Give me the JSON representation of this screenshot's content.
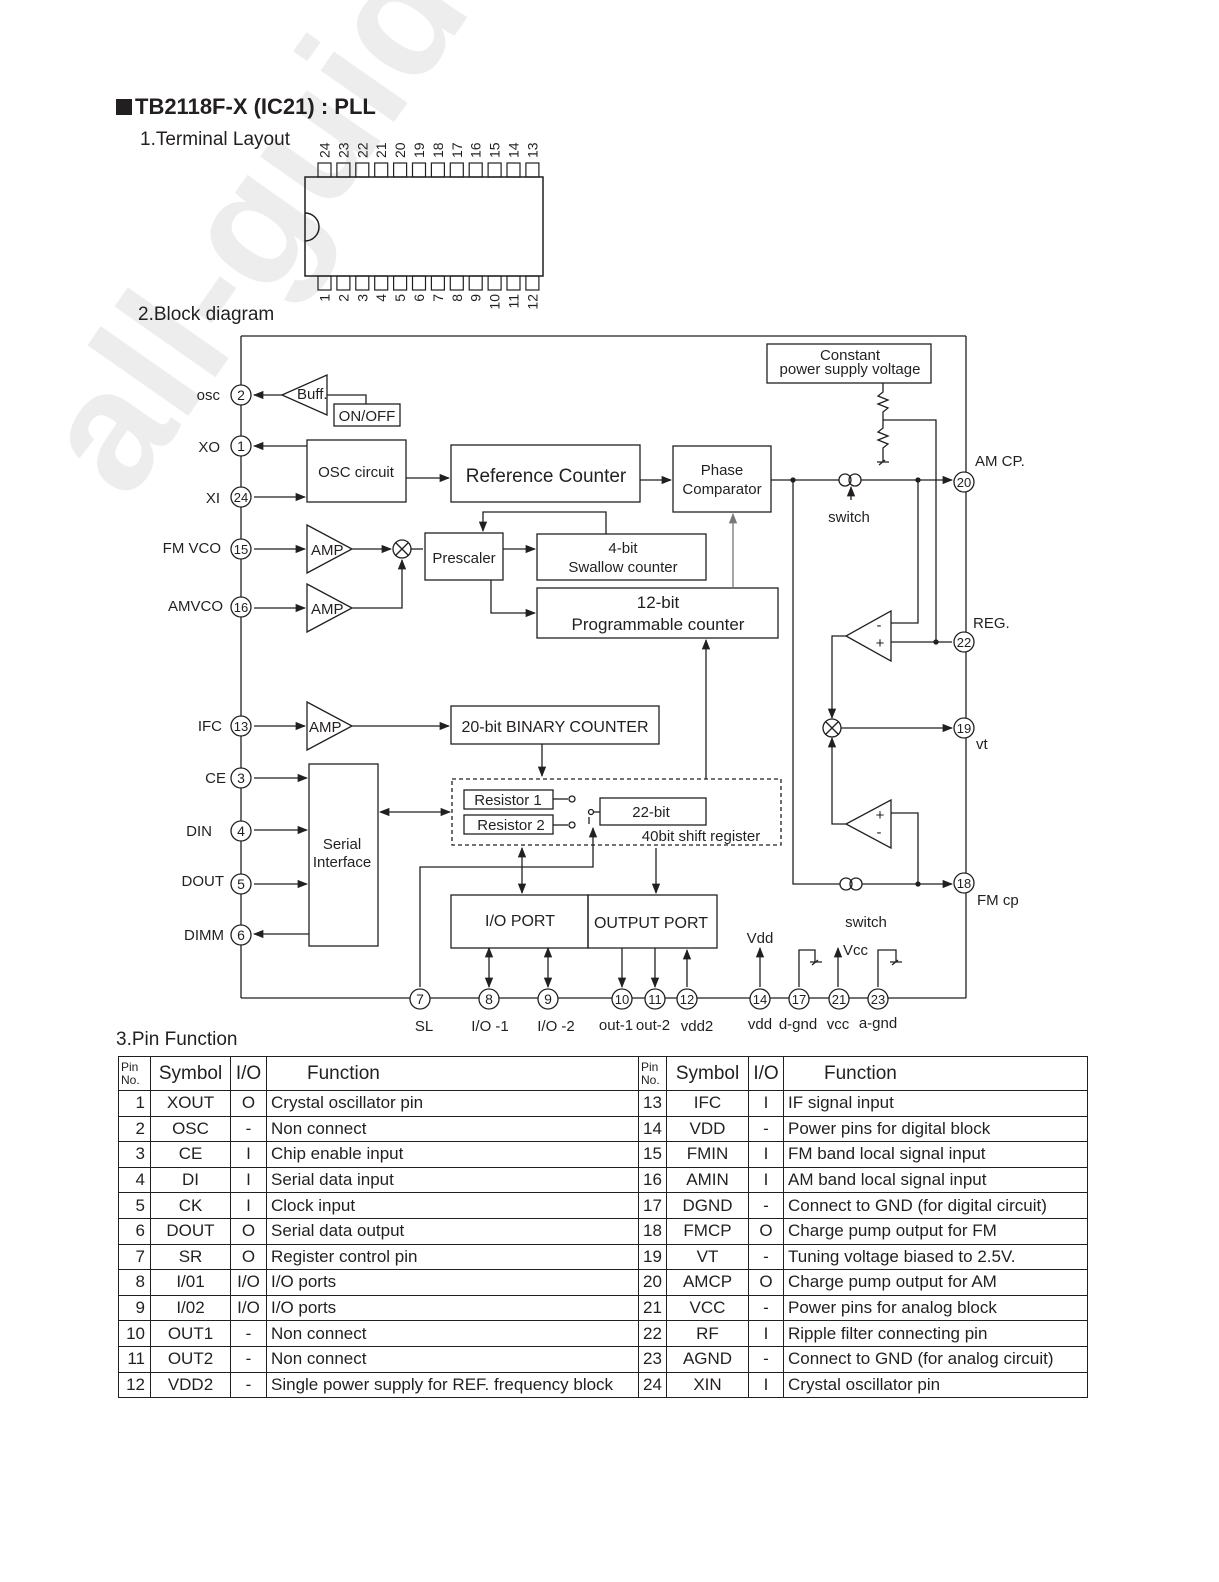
{
  "title": "TB2118F-X (IC21) : PLL",
  "sections": {
    "terminal_layout": "1.Terminal Layout",
    "block_diagram": "2.Block diagram",
    "pin_function": "3.Pin Function"
  },
  "package": {
    "top_pins": [
      "24",
      "23",
      "22",
      "21",
      "20",
      "19",
      "18",
      "17",
      "16",
      "15",
      "14",
      "13"
    ],
    "bottom_pins": [
      "1",
      "2",
      "3",
      "4",
      "5",
      "6",
      "7",
      "8",
      "9",
      "10",
      "11",
      "12"
    ]
  },
  "diagram": {
    "pin_labels": {
      "osc": "osc",
      "xo": "XO",
      "xi": "XI",
      "fmvco": "FM VCO",
      "amvco": "AMVCO",
      "ifc": "IFC",
      "ce": "CE",
      "din": "DIN",
      "dout": "DOUT",
      "dimm": "DIMM",
      "amcp": "AM CP.",
      "reg": "REG.",
      "vt": "vt",
      "fmcp": "FM cp",
      "sl": "SL",
      "io1": "I/O -1",
      "io2": "I/O -2",
      "out1": "out-1",
      "out2": "out-2",
      "vdd2": "vdd2",
      "vdd": "vdd",
      "dgnd": "d-gnd",
      "vcc": "vcc",
      "agnd": "a-gnd"
    },
    "pin_numbers": {
      "p2": "2",
      "p1": "1",
      "p24": "24",
      "p15": "15",
      "p16": "16",
      "p13": "13",
      "p3": "3",
      "p4": "4",
      "p5": "5",
      "p6": "6",
      "p20": "20",
      "p22": "22",
      "p19": "19",
      "p18": "18",
      "p7": "7",
      "p8": "8",
      "p9": "9",
      "p10": "10",
      "p11": "11",
      "p12": "12",
      "p14": "14",
      "p17": "17",
      "p21": "21",
      "p23": "23"
    },
    "blocks": {
      "constant_1": "Constant",
      "constant_2": "power supply voltage",
      "buff": "Buff.",
      "onoff": "ON/OFF",
      "osc_circuit": "OSC circuit",
      "reference_counter": "Reference Counter",
      "phase_1": "Phase",
      "phase_2": "Comparator",
      "amp": "AMP",
      "prescaler": "Prescaler",
      "swallow_1": "4-bit",
      "swallow_2": "Swallow counter",
      "prog_1": "12-bit",
      "prog_2": "Programmable counter",
      "binary_counter": "20-bit BINARY COUNTER",
      "resistor1": "Resistor 1",
      "resistor2": "Resistor 2",
      "bit22": "22-bit",
      "shift_register": "40bit shift register",
      "serial_1": "Serial",
      "serial_2": "Interface",
      "io_port": "I/O PORT",
      "output_port": "OUTPUT PORT",
      "switch": "switch",
      "vdd": "Vdd",
      "vcc": "Vcc",
      "plus": "+",
      "minus": "-"
    }
  },
  "table": {
    "headers": {
      "pin_no": "Pin No.",
      "symbol": "Symbol",
      "io": "I/O",
      "function": "Function"
    },
    "rows": [
      {
        "no": "1",
        "symbol": "XOUT",
        "io": "O",
        "function": "Crystal oscillator pin",
        "no2": "13",
        "symbol2": "IFC",
        "io2": "I",
        "function2": "IF signal input"
      },
      {
        "no": "2",
        "symbol": "OSC",
        "io": "-",
        "function": "Non connect",
        "no2": "14",
        "symbol2": "VDD",
        "io2": "-",
        "function2": "Power pins for digital block"
      },
      {
        "no": "3",
        "symbol": "CE",
        "io": "I",
        "function": "Chip enable input",
        "no2": "15",
        "symbol2": "FMIN",
        "io2": "I",
        "function2": "FM band local signal input"
      },
      {
        "no": "4",
        "symbol": "DI",
        "io": "I",
        "function": "Serial data input",
        "no2": "16",
        "symbol2": "AMIN",
        "io2": "I",
        "function2": "AM band local signal input"
      },
      {
        "no": "5",
        "symbol": "CK",
        "io": "I",
        "function": "Clock input",
        "no2": "17",
        "symbol2": "DGND",
        "io2": "-",
        "function2": "Connect to GND (for digital circuit)"
      },
      {
        "no": "6",
        "symbol": "DOUT",
        "io": "O",
        "function": "Serial data output",
        "no2": "18",
        "symbol2": "FMCP",
        "io2": "O",
        "function2": "Charge pump output for FM"
      },
      {
        "no": "7",
        "symbol": "SR",
        "io": "O",
        "function": "Register control pin",
        "no2": "19",
        "symbol2": "VT",
        "io2": "-",
        "function2": "Tuning voltage biased to 2.5V."
      },
      {
        "no": "8",
        "symbol": "I/01",
        "io": "I/O",
        "function": "I/O ports",
        "no2": "20",
        "symbol2": "AMCP",
        "io2": "O",
        "function2": "Charge pump output for AM"
      },
      {
        "no": "9",
        "symbol": "I/02",
        "io": "I/O",
        "function": "I/O ports",
        "no2": "21",
        "symbol2": "VCC",
        "io2": "-",
        "function2": "Power pins for analog block"
      },
      {
        "no": "10",
        "symbol": "OUT1",
        "io": "-",
        "function": "Non connect",
        "no2": "22",
        "symbol2": "RF",
        "io2": "I",
        "function2": "Ripple filter connecting pin"
      },
      {
        "no": "11",
        "symbol": "OUT2",
        "io": "-",
        "function": "Non connect",
        "no2": "23",
        "symbol2": "AGND",
        "io2": "-",
        "function2": "Connect to GND (for analog circuit)"
      },
      {
        "no": "12",
        "symbol": "VDD2",
        "io": "-",
        "function": "Single power supply for REF. frequency block",
        "no2": "24",
        "symbol2": "XIN",
        "io2": "I",
        "function2": "Crystal oscillator pin"
      }
    ]
  },
  "watermark": "all-guides.com"
}
